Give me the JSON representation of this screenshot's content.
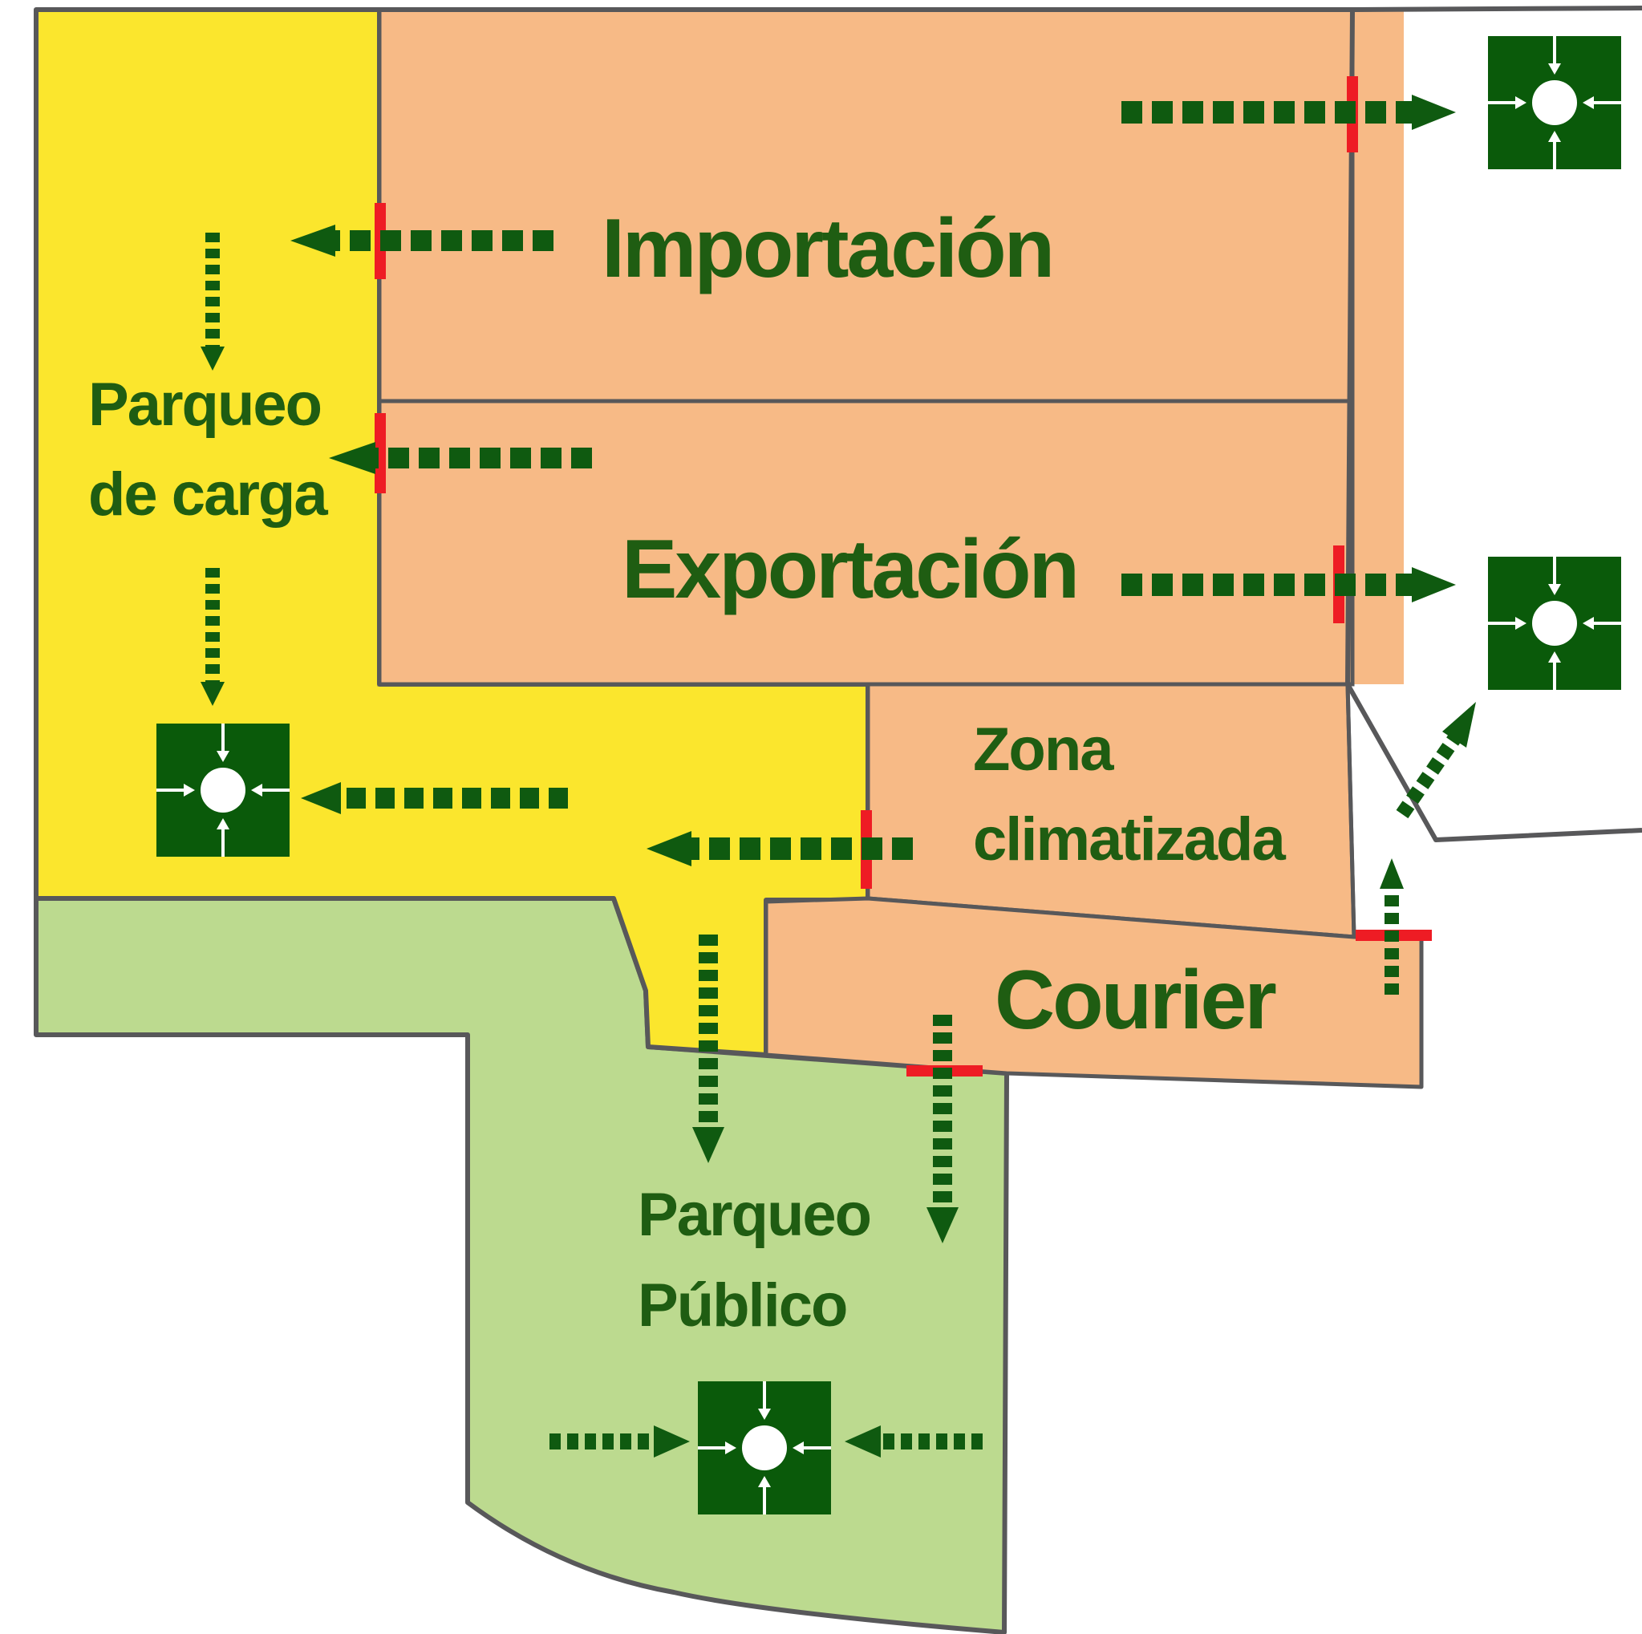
{
  "colors": {
    "background": "#ffffff",
    "outline": "#58585a",
    "parqueo_carga": "#fbe62d",
    "warehouse": "#f7ba86",
    "parqueo_publico": "#bcda8f",
    "label_green": "#1f5d12",
    "route_green": "#0f5a10",
    "assembly_green": "#0a5a0a",
    "door_red": "#ee1c24"
  },
  "zones": {
    "importacion": "Importación",
    "exportacion": "Exportación",
    "zona_climatizada_line1": "Zona",
    "zona_climatizada_line2": "climatizada",
    "courier": "Courier",
    "parqueo_carga_line1": "Parqueo",
    "parqueo_carga_line2": "de carga",
    "parqueo_publico_line1": "Parqueo",
    "parqueo_publico_line2": "Público"
  },
  "icons": {
    "assembly_point": "assembly-point-icon",
    "exit_door": "exit-door-marker",
    "evacuation_route": "dashed-arrow-icon"
  }
}
